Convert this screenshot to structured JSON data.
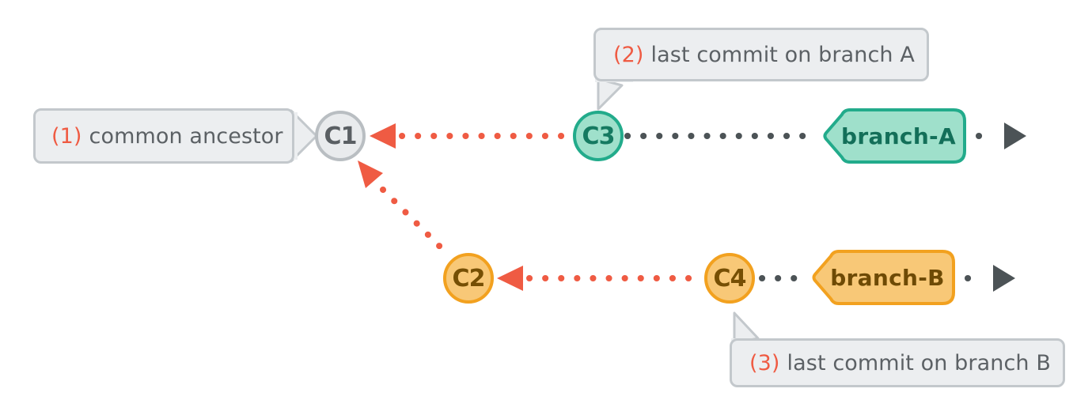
{
  "diagram": {
    "title": "git common ancestor and branch tips",
    "type": "git-commit-graph"
  },
  "colors": {
    "accent_red": "#ef5b43",
    "callout_fill": "#eceef0",
    "callout_border": "#c3c8cc",
    "callout_text": "#5c6165",
    "node_gray_fill": "#e9ebed",
    "node_gray_border": "#b9bec2",
    "node_gray_text": "#5a5f63",
    "teal_fill": "#9fe0cb",
    "teal_border": "#22ab8b",
    "teal_text": "#157a61",
    "amber_fill": "#f8c877",
    "amber_border": "#f2a11f",
    "amber_text": "#764f04",
    "arrow_dark": "#4c5356",
    "background": "#ffffff"
  },
  "callouts": [
    {
      "id": "callout-1",
      "number": "(1)",
      "text": "common ancestor",
      "tail": "right",
      "points_to": "C1"
    },
    {
      "id": "callout-2",
      "number": "(2)",
      "text": "last commit on branch A",
      "tail": "bottom-left",
      "points_to": "C3"
    },
    {
      "id": "callout-3",
      "number": "(3)",
      "text": "last commit on branch B",
      "tail": "top-left",
      "points_to": "C4"
    }
  ],
  "commits": [
    {
      "id": "C1",
      "label": "C1",
      "style": "gray",
      "row": "top"
    },
    {
      "id": "C3",
      "label": "C3",
      "style": "teal",
      "row": "top"
    },
    {
      "id": "C2",
      "label": "C2",
      "style": "amber",
      "row": "bottom"
    },
    {
      "id": "C4",
      "label": "C4",
      "style": "amber",
      "row": "bottom"
    }
  ],
  "branches": [
    {
      "id": "branch-A",
      "label": "branch-A",
      "style": "teal",
      "tip": "C3"
    },
    {
      "id": "branch-B",
      "label": "branch-B",
      "style": "amber",
      "tip": "C4"
    }
  ],
  "edges": [
    {
      "from": "C3",
      "to": "C1",
      "style": "dotted-red",
      "arrow": "left"
    },
    {
      "from": "C2",
      "to": "C1",
      "style": "dotted-red",
      "arrow": "up-left"
    },
    {
      "from": "C4",
      "to": "C2",
      "style": "dotted-red",
      "arrow": "left"
    },
    {
      "from": "C3",
      "to": "branch-A",
      "style": "dotted-gray",
      "arrow": "none"
    },
    {
      "from": "C4",
      "to": "branch-B",
      "style": "dotted-gray",
      "arrow": "none"
    },
    {
      "from": "branch-A",
      "to": "end-A",
      "style": "dotted-gray",
      "arrow": "right"
    },
    {
      "from": "branch-B",
      "to": "end-B",
      "style": "dotted-gray",
      "arrow": "right"
    }
  ]
}
